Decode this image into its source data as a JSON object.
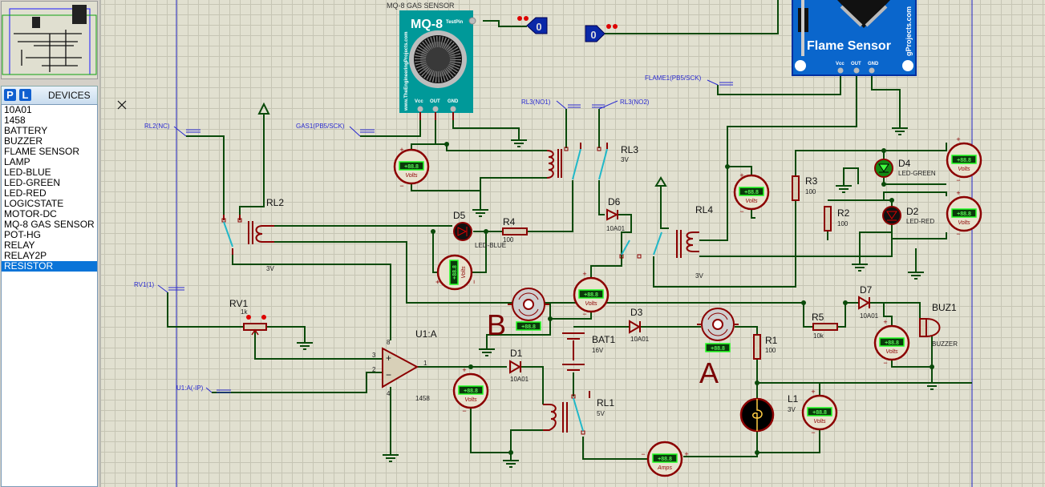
{
  "devices": {
    "p_button": "P",
    "l_button": "L",
    "title": "DEVICES",
    "items": [
      "10A01",
      "1458",
      "BATTERY",
      "BUZZER",
      "FLAME SENSOR",
      "LAMP",
      "LED-BLUE",
      "LED-GREEN",
      "LED-RED",
      "LOGICSTATE",
      "MOTOR-DC",
      "MQ-8 GAS SENSOR",
      "POT-HG",
      "RELAY",
      "RELAY2P",
      "RESISTOR"
    ],
    "selected": "RESISTOR"
  },
  "schematic": {
    "mq8": {
      "title": "MQ-8 GAS SENSOR",
      "name": "MQ-8",
      "testpin": "TestPin",
      "site": "www.TheEngineeringProjects.com",
      "pin_vcc": "Vcc",
      "pin_out": "OUT",
      "pin_gnd": "GND"
    },
    "flame": {
      "name": "Flame Sensor",
      "site": "gProjects.com",
      "pin_vcc": "Vcc",
      "pin_out": "OUT",
      "pin_gnd": "GND"
    },
    "probes": {
      "p1": "0",
      "p2": "0"
    },
    "terminals": {
      "flame1": "FLAME1(PB5/SCK)",
      "rl3_no1": "RL3(NO1)",
      "rl3_no2": "RL3(NO2)",
      "rl2_nc": "RL2(NC)",
      "gas1": "GAS1(PB5/SCK)",
      "rv1": "RV1(1)",
      "u1a_ip": "U1:A(-IP)"
    },
    "parts": {
      "rl2": {
        "ref": "RL2",
        "value": "3V"
      },
      "rl3": {
        "ref": "RL3",
        "value": "3V"
      },
      "rl4": {
        "ref": "RL4",
        "value": "3V"
      },
      "rl1": {
        "ref": "RL1",
        "value": "5V"
      },
      "d5": {
        "ref": "D5",
        "value": "LED-BLUE"
      },
      "r4": {
        "ref": "R4",
        "value": "100"
      },
      "d6": {
        "ref": "D6",
        "value": "10A01"
      },
      "r3": {
        "ref": "R3",
        "value": "100"
      },
      "r2": {
        "ref": "R2",
        "value": "100"
      },
      "d4": {
        "ref": "D4",
        "value": "LED-GREEN"
      },
      "d2": {
        "ref": "D2",
        "value": "LED-RED"
      },
      "rv1": {
        "ref": "RV1",
        "value": "1k"
      },
      "u1a": {
        "ref": "U1:A",
        "value": "1458"
      },
      "d3": {
        "ref": "D3",
        "value": "10A01"
      },
      "d1": {
        "ref": "D1",
        "value": "10A01"
      },
      "bat1": {
        "ref": "BAT1",
        "value": "16V"
      },
      "r1": {
        "ref": "R1",
        "value": "100"
      },
      "l1": {
        "ref": "L1",
        "value": "3V"
      },
      "d7": {
        "ref": "D7",
        "value": "10A01"
      },
      "r5": {
        "ref": "R5",
        "value": "10k"
      },
      "buz1": {
        "ref": "BUZ1",
        "value": "BUZZER"
      }
    },
    "pins": {
      "p1": "1",
      "p2": "2",
      "p3": "3",
      "p4": "4",
      "p8": "8"
    },
    "motor_labels": {
      "a": "A",
      "b": "B"
    },
    "meter": {
      "readout": "+88.8",
      "volts": "Volts",
      "amps": "Amps",
      "plus": "+",
      "minus": "−"
    }
  },
  "colors": {
    "wire": "#0a4a0a",
    "pin": "#8b0000",
    "mq8_body": "#009999",
    "flame_body": "#0a66cc",
    "terminal_text": "#2a2ad0",
    "selection": "#0a74d8",
    "grid_bg": "#e1e0d0"
  }
}
